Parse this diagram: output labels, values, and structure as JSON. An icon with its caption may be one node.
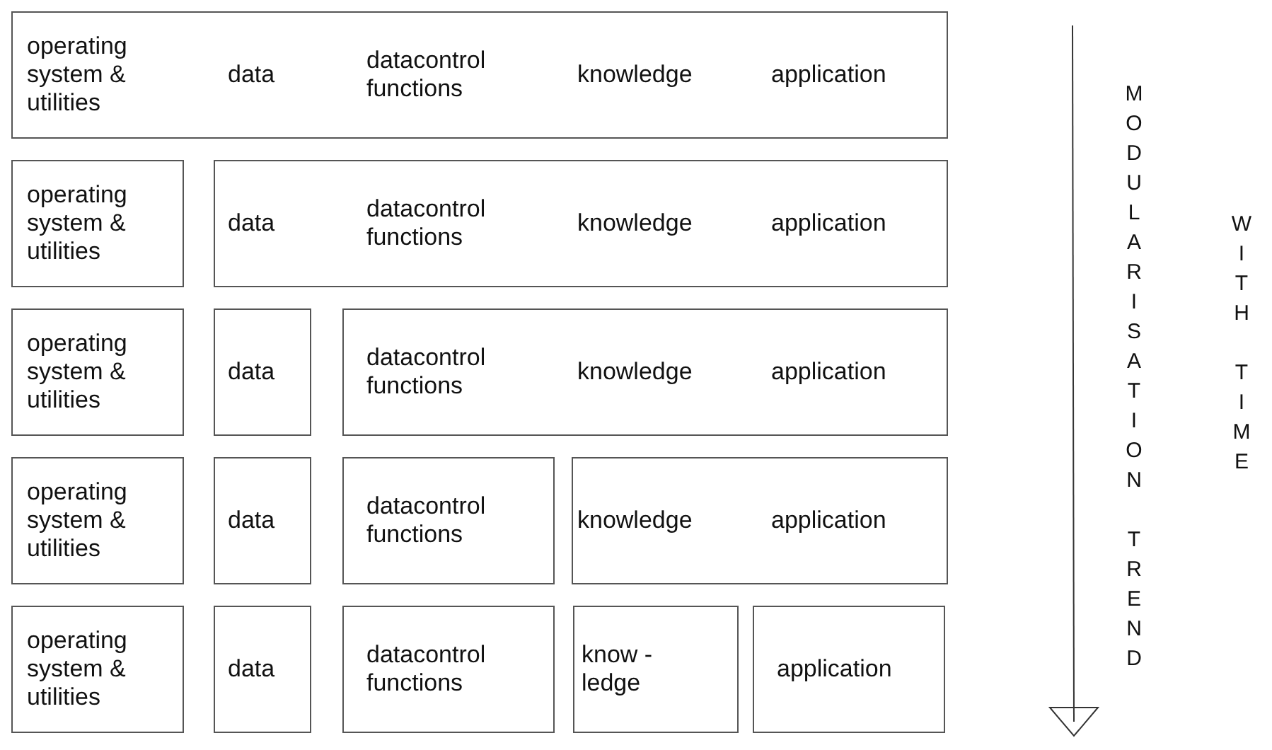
{
  "diagram": {
    "nodes": [
      {
        "text": [
          "operating system & utilities",
          "data",
          "datacontrol functions",
          "knowledge",
          "application"
        ]
      },
      {
        "text": [
          "operating system & utilities"
        ]
      },
      {
        "text": [
          "data",
          "datacontrol functions",
          "knowledge",
          "application"
        ]
      },
      {
        "text": [
          "operating system & utilities"
        ]
      },
      {
        "text": [
          "data"
        ]
      },
      {
        "text": [
          "datacontrol functions",
          "knowledge",
          "application"
        ]
      },
      {
        "text": [
          "operating system & utilities"
        ]
      },
      {
        "text": [
          "data"
        ]
      },
      {
        "text": [
          "datacontrol functions"
        ]
      },
      {
        "text": [
          "knowledge",
          "application"
        ]
      },
      {
        "text": [
          "operating system & utilities"
        ]
      },
      {
        "text": [
          "data"
        ]
      },
      {
        "text": [
          "datacontrol functions"
        ]
      },
      {
        "text": [
          "know - ledge"
        ]
      },
      {
        "text": [
          "application"
        ]
      }
    ],
    "edges": [],
    "labels": [
      "MODULARISATION TREND",
      "WITH TIME"
    ]
  }
}
